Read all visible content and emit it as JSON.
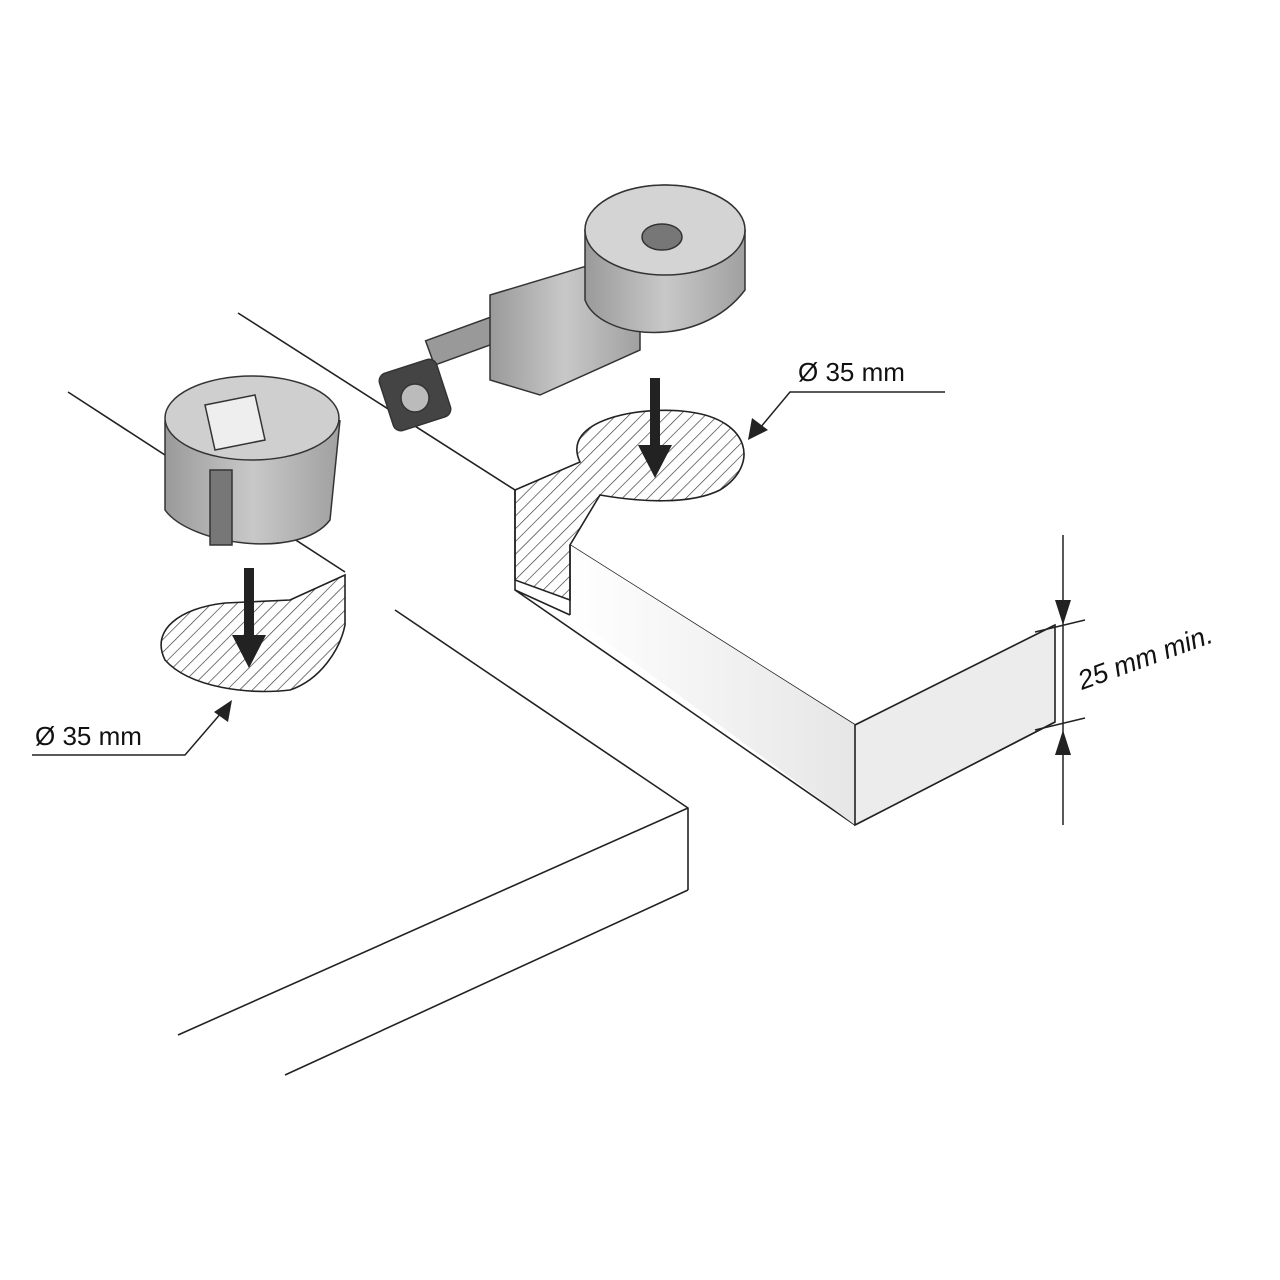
{
  "labels": {
    "hole_right": "Ø 35 mm",
    "hole_left": "Ø 35 mm",
    "thickness": "25 mm min."
  },
  "colors": {
    "line": "#222222",
    "part_fill": "#b8b8b8",
    "part_dark": "#8a8a8a",
    "board_face": "#f2f2f2"
  }
}
